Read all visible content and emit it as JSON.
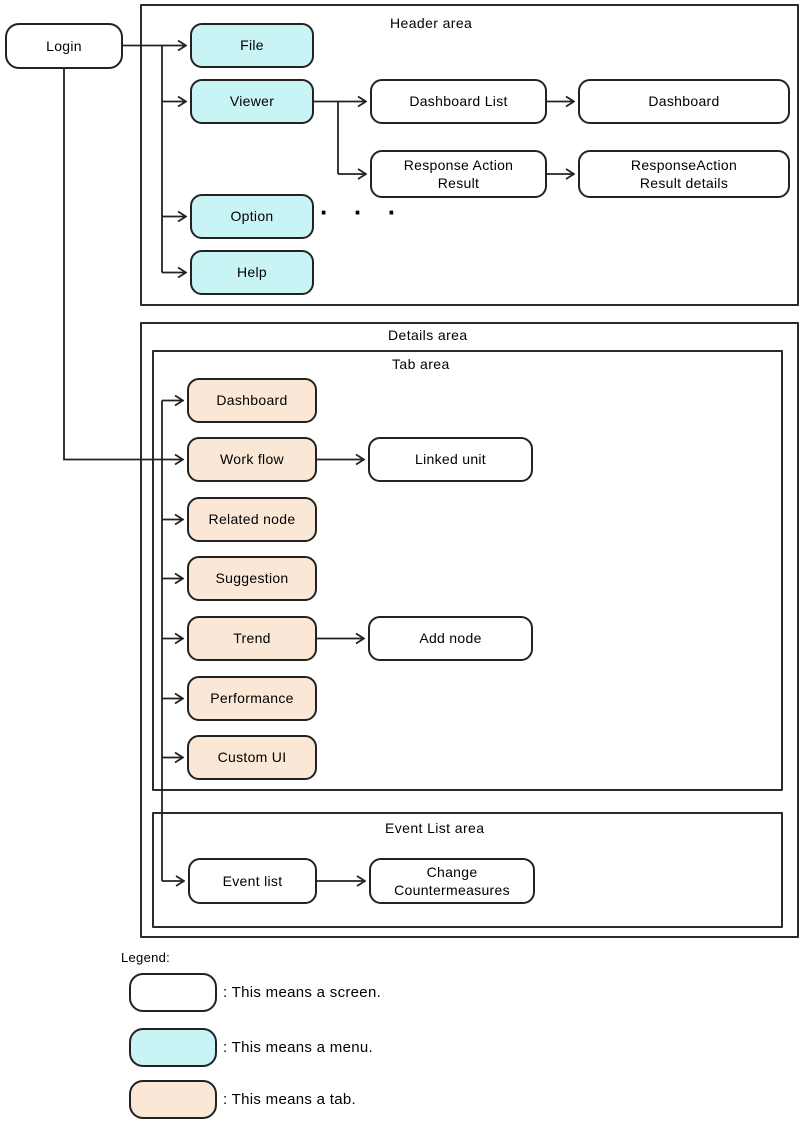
{
  "colors": {
    "screen_fill": "#ffffff",
    "menu_fill": "#c9f4f6",
    "tab_fill": "#fbe7d5",
    "line": "#222222"
  },
  "nodes": {
    "login": "Login",
    "file": "File",
    "viewer": "Viewer",
    "option": "Option",
    "help": "Help",
    "dashboard_list": "Dashboard List",
    "dashboard": "Dashboard",
    "response_action_result": "Response Action\nResult",
    "response_action_result_details": "ResponseAction\nResult details",
    "tab_dashboard": "Dashboard",
    "work_flow": "Work flow",
    "linked_unit": "Linked unit",
    "related_node": "Related node",
    "suggestion": "Suggestion",
    "trend": "Trend",
    "add_node": "Add node",
    "performance": "Performance",
    "custom_ui": "Custom UI",
    "event_list": "Event list",
    "change_countermeasures": "Change\nCountermeasures"
  },
  "areas": {
    "header": "Header area",
    "details": "Details area",
    "tab": "Tab area",
    "event_list": "Event List area"
  },
  "ellipsis": "· · ·",
  "legend": {
    "title": "Legend:",
    "screen_label": ": This means a screen.",
    "menu_label": ": This means a menu.",
    "tab_label": ": This means a tab."
  }
}
